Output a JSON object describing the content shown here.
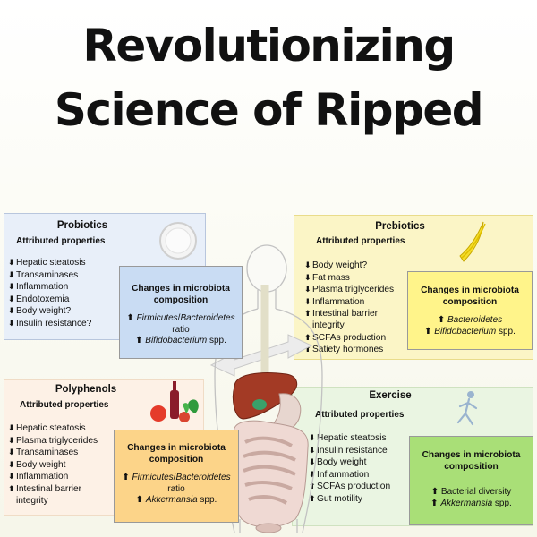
{
  "header": {
    "line1": "Revolutionizing",
    "line2": "Science of Ripped"
  },
  "attributed_label": "Attributed properties",
  "changes_title": "Changes in microbiota composition",
  "panels": {
    "probiotics": {
      "title": "Probiotics",
      "properties": [
        {
          "dir": "down",
          "text": "Hepatic steatosis"
        },
        {
          "dir": "down",
          "text": "Transaminases"
        },
        {
          "dir": "down",
          "text": "Inflammation"
        },
        {
          "dir": "down",
          "text": "Endotoxemia"
        },
        {
          "dir": "down",
          "text": "Body weight?"
        },
        {
          "dir": "down",
          "text": "Insulin resistance?"
        }
      ],
      "changes": [
        {
          "dir": "up",
          "parts": [
            {
              "t": "Firmicutes",
              "i": true
            },
            {
              "t": "/",
              "i": false
            },
            {
              "t": "Bacteroidetes",
              "i": true
            }
          ]
        },
        {
          "dir": "",
          "parts": [
            {
              "t": "ratio",
              "i": false
            }
          ]
        },
        {
          "dir": "up",
          "parts": [
            {
              "t": "Bifidobacterium",
              "i": true
            },
            {
              "t": " spp.",
              "i": false
            }
          ]
        }
      ]
    },
    "prebiotics": {
      "title": "Prebiotics",
      "properties": [
        {
          "dir": "down",
          "text": "Body weight?"
        },
        {
          "dir": "down",
          "text": "Fat mass"
        },
        {
          "dir": "down",
          "text": "Plasma triglycerides"
        },
        {
          "dir": "down",
          "text": "Inflammation"
        },
        {
          "dir": "up",
          "text": "Intestinal barrier"
        },
        {
          "dir": "",
          "text": "integrity"
        },
        {
          "dir": "up",
          "text": "SCFAs production"
        },
        {
          "dir": "up",
          "text": "Satiety hormones"
        }
      ],
      "changes": [
        {
          "dir": "up",
          "parts": [
            {
              "t": "Bacteroidetes",
              "i": true
            }
          ]
        },
        {
          "dir": "up",
          "parts": [
            {
              "t": "Bifidobacterium",
              "i": true
            },
            {
              "t": " spp.",
              "i": false
            }
          ]
        }
      ]
    },
    "polyphenols": {
      "title": "Polyphenols",
      "properties": [
        {
          "dir": "down",
          "text": "Hepatic steatosis"
        },
        {
          "dir": "down",
          "text": "Plasma triglycerides"
        },
        {
          "dir": "down",
          "text": "Transaminases"
        },
        {
          "dir": "down",
          "text": "Body weight"
        },
        {
          "dir": "down",
          "text": "Inflammation"
        },
        {
          "dir": "up",
          "text": "Intestinal barrier"
        },
        {
          "dir": "",
          "text": "integrity"
        }
      ],
      "changes": [
        {
          "dir": "up",
          "parts": [
            {
              "t": "Firmicutes",
              "i": true
            },
            {
              "t": "/",
              "i": false
            },
            {
              "t": "Bacteroidetes",
              "i": true
            }
          ]
        },
        {
          "dir": "",
          "parts": [
            {
              "t": "ratio",
              "i": false
            }
          ]
        },
        {
          "dir": "up",
          "parts": [
            {
              "t": "Akkermansia",
              "i": true
            },
            {
              "t": " spp.",
              "i": false
            }
          ]
        }
      ]
    },
    "exercise": {
      "title": "Exercise",
      "properties": [
        {
          "dir": "down",
          "text": "Hepatic steatosis"
        },
        {
          "dir": "down",
          "text": "Insulin resistance"
        },
        {
          "dir": "down",
          "text": "Body weight"
        },
        {
          "dir": "down",
          "text": "Inflammation"
        },
        {
          "dir": "up",
          "text": "SCFAs production"
        },
        {
          "dir": "up",
          "text": "Gut motility"
        }
      ],
      "changes": [
        {
          "dir": "up",
          "parts": [
            {
              "t": "Bacterial diversity",
              "i": false
            }
          ]
        },
        {
          "dir": "up",
          "parts": [
            {
              "t": "Akkermansia",
              "i": true
            },
            {
              "t": " spp.",
              "i": false
            }
          ]
        }
      ]
    }
  },
  "icons": [
    "petri-dish-icon",
    "banana-icon",
    "wine-vegetables-icon",
    "runner-icon",
    "human-body-icon",
    "liver-icon",
    "intestine-icon"
  ],
  "colors": {
    "probiotics_bg": "#e8eff9",
    "probiotics_changes_bg": "#c9dcf3",
    "prebiotics_bg": "#fbf5c6",
    "prebiotics_changes_bg": "#fff48a",
    "polyphenols_bg": "#fdf1e6",
    "polyphenols_changes_bg": "#fcd489",
    "exercise_bg": "#eaf5e2",
    "exercise_changes_bg": "#a9df77"
  }
}
